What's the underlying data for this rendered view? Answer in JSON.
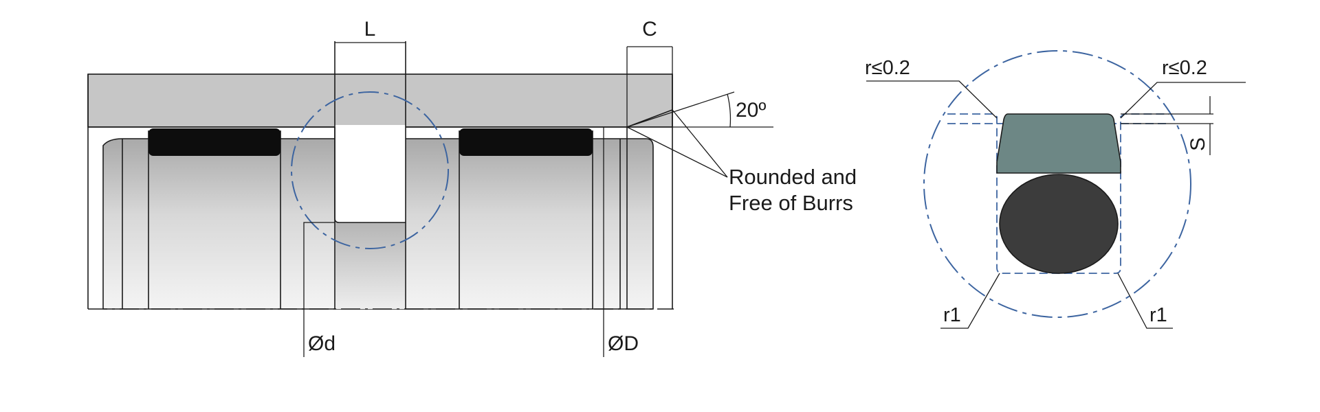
{
  "colors": {
    "housing": "#c6c6c6",
    "seal_black": "#0d0d0d",
    "slipper_ring": "#6d8785",
    "o_ring": "#3c3c3c",
    "centerline_blue": "#3c64a0",
    "line": "#1a1a1a"
  },
  "left_drawing": {
    "dim_L": "L",
    "dim_C": "C",
    "angle": "20º",
    "note_line1": "Rounded and",
    "note_line2": "Free of Burrs",
    "dia_small": "Ød",
    "dia_large": "ØD"
  },
  "right_drawing": {
    "radius_top_left": "r≤0.2",
    "radius_top_right": "r≤0.2",
    "radius_bottom_left": "r1",
    "radius_bottom_right": "r1",
    "dim_S": "S"
  }
}
